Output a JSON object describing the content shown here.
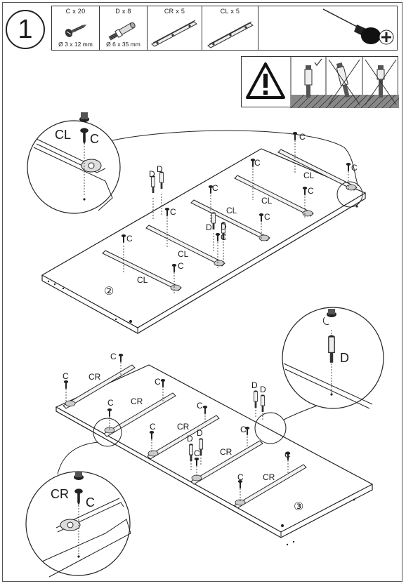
{
  "step": {
    "number": "1"
  },
  "parts": [
    {
      "label": "C x 20",
      "dim": "Ø 3 x 12 mm",
      "icon": "screw-icon"
    },
    {
      "label": "D x 8",
      "dim": "Ø 6 x 35 mm",
      "icon": "cam-bolt-icon"
    },
    {
      "label": "CR x 5",
      "dim": "",
      "icon": "rail-right-icon"
    },
    {
      "label": "CL x 5",
      "dim": "",
      "icon": "rail-left-icon"
    }
  ],
  "tools": {
    "icon": "phillips-screwdriver-icon"
  },
  "warning": {
    "icons": [
      "caution-triangle-icon",
      "bolt-correct-icon",
      "bolt-wrong-tilt-icon",
      "bolt-wrong-overdriven-icon"
    ]
  },
  "panel_top": {
    "number": "②",
    "detail": {
      "rail_label": "CL",
      "screw_label": "C"
    },
    "screw_label": "C",
    "bolt_label": "D",
    "rail_label": "CL"
  },
  "panel_bottom": {
    "number": "③",
    "detail_left": {
      "rail_label": "CR",
      "screw_label": "C"
    },
    "detail_right": {
      "bolt_label": "D"
    },
    "screw_label": "C",
    "bolt_label": "D",
    "rail_label": "CR"
  }
}
